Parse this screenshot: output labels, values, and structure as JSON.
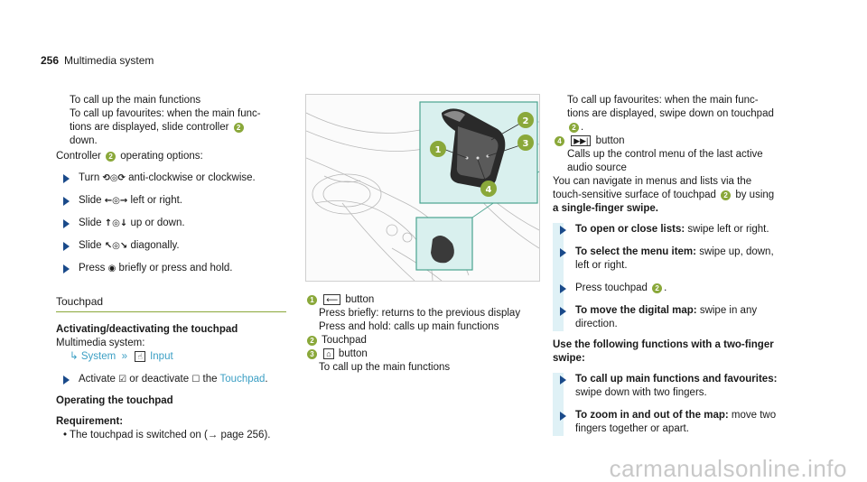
{
  "header": {
    "page_number": "256",
    "title": "Multimedia system"
  },
  "col1": {
    "intro_lines": [
      "To call up the main functions",
      "To call up favourites: when the main func-",
      "tions are displayed, slide controller",
      "down."
    ],
    "controller_line_pre": "Controller",
    "controller_line_post": "operating options:",
    "bullets": [
      {
        "icon": "⟲◎⟳",
        "text": "anti-clockwise or clockwise.",
        "pre": "Turn"
      },
      {
        "icon": "←◎→",
        "text": "left or right.",
        "pre": "Slide"
      },
      {
        "icon": "↑◎↓",
        "text": "up or down.",
        "pre": "Slide"
      },
      {
        "icon": "↖◎↘",
        "text": "diagonally.",
        "pre": "Slide"
      },
      {
        "icon": "◉",
        "text": "briefly or press and hold.",
        "pre": "Press"
      }
    ],
    "section_title": "Touchpad",
    "subheading": "Activating/deactivating the touchpad",
    "menu_path_label": "Multimedia system:",
    "menu_system": "System",
    "menu_input": "Input",
    "activate_pre": "Activate",
    "activate_mid": "or deactivate",
    "activate_the": "the",
    "activate_link": "Touchpad",
    "operating_heading": "Operating the touchpad",
    "requirement_label": "Requirement:",
    "requirement_text": "The touchpad is switched on (→ page 256)."
  },
  "figure": {
    "callouts": [
      "1",
      "2",
      "3",
      "4"
    ]
  },
  "col2": {
    "items": [
      {
        "num": "1",
        "sym": "⟵",
        "label": "button",
        "lines": [
          "Press briefly: returns to the previous display",
          "Press and hold: calls up main functions"
        ]
      },
      {
        "num": "2",
        "label": "Touchpad",
        "lines": []
      },
      {
        "num": "3",
        "sym": "⌂",
        "label": "button",
        "lines": [
          "To call up the main functions"
        ]
      }
    ]
  },
  "col3": {
    "fav_lines": [
      "To call up favourites: when the main func-",
      "tions are displayed, swipe down on touchpad",
      "."
    ],
    "item4_num": "4",
    "item4_sym": "▶▶|",
    "item4_label": "button",
    "item4_lines": [
      "Calls up the control menu of the last active",
      "audio source"
    ],
    "nav_lines": [
      "You can navigate in menus and lists via the",
      "touch-sensitive surface of touchpad",
      "by using"
    ],
    "nav_bold": "a single-finger swipe",
    "bullets": [
      {
        "bold": "To open or close lists:",
        "text": "swipe left or right."
      },
      {
        "bold": "To select the menu item:",
        "text": "swipe up, down,",
        "text2": "left or right."
      },
      {
        "bold": "",
        "text": "Press touchpad"
      },
      {
        "bold": "To move the digital map:",
        "text": "swipe in any",
        "text2": "direction."
      }
    ],
    "two_finger_heading": "Use the following functions with a two-finger",
    "two_finger_heading2": "swipe:",
    "bullets2": [
      {
        "bold": "To call up main functions and favourites:",
        "text": "swipe down with two fingers."
      },
      {
        "bold": "To zoom in and out of the map:",
        "text": "move two",
        "text2": "fingers together or apart."
      }
    ]
  },
  "watermark": "carmanualsonline.info"
}
